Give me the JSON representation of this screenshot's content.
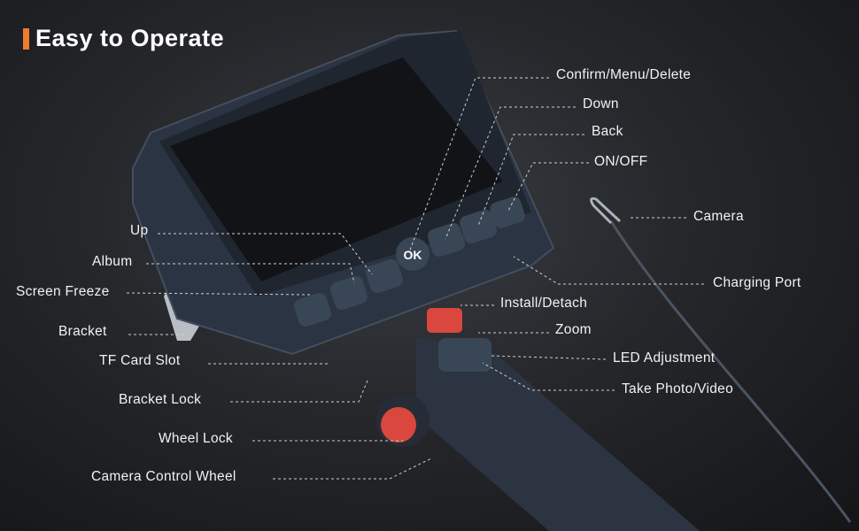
{
  "title": "Easy to Operate",
  "colors": {
    "accent": "#f07a2c",
    "red_button": "#d9473f",
    "device": "#2f3a48"
  },
  "buttons": {
    "ok": "OK"
  },
  "labels": {
    "confirm": "Confirm/Menu/Delete",
    "down": "Down",
    "back": "Back",
    "onoff": "ON/OFF",
    "camera": "Camera",
    "charging_port": "Charging Port",
    "install_detach": "Install/Detach",
    "zoom": "Zoom",
    "led": "LED Adjustment",
    "take_photo": "Take Photo/Video",
    "up": "Up",
    "album": "Album",
    "screen_freeze": "Screen Freeze",
    "bracket": "Bracket",
    "tf_card": "TF Card Slot",
    "bracket_lock": "Bracket Lock",
    "wheel_lock": "Wheel Lock",
    "control_wheel": "Camera Control Wheel"
  }
}
